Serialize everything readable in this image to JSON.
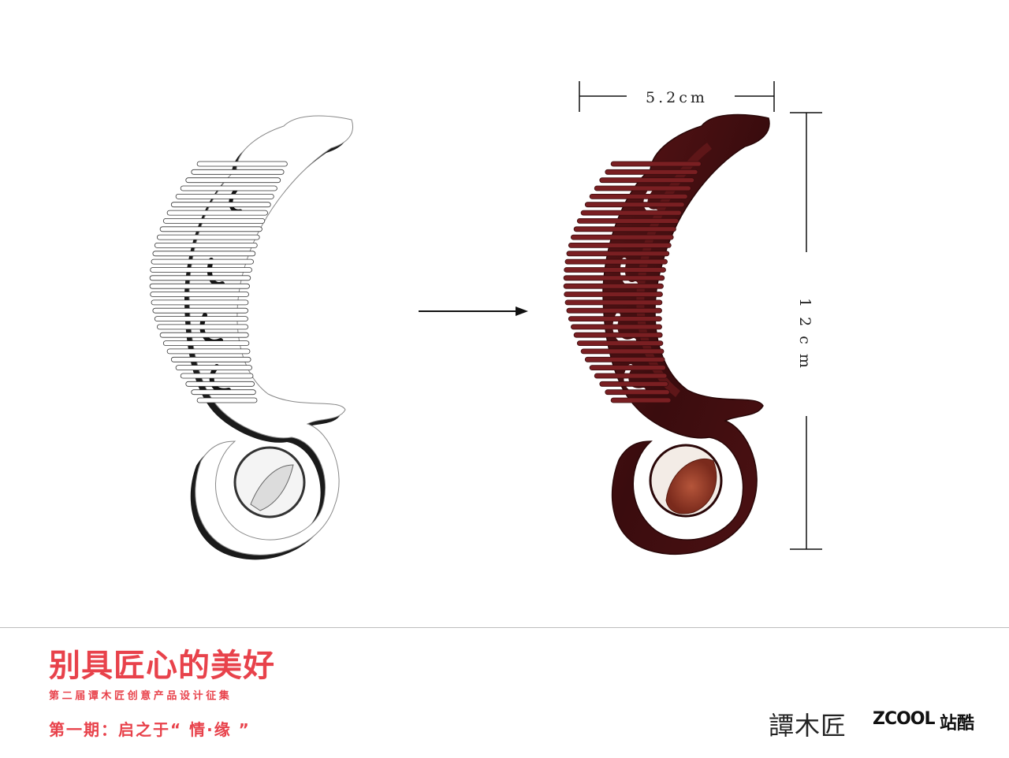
{
  "dimensions": {
    "width_label": "5.2cm",
    "height_label": "12cm"
  },
  "footer": {
    "slogan": "别具匠心的美好",
    "subtitle": "第二届谭木匠创意产品设计征集",
    "issue": "第一期：启之于“ 情·缘 ”",
    "brand_tan": "譚木匠",
    "brand_zcool": "ZCOOL",
    "brand_zcool_cn": "站酷"
  },
  "colors": {
    "accent": "#e8424b",
    "wood_dark": "#3a0c0e",
    "wood_mid": "#6b1a1c",
    "wood_teeth": "#7a1f22"
  }
}
